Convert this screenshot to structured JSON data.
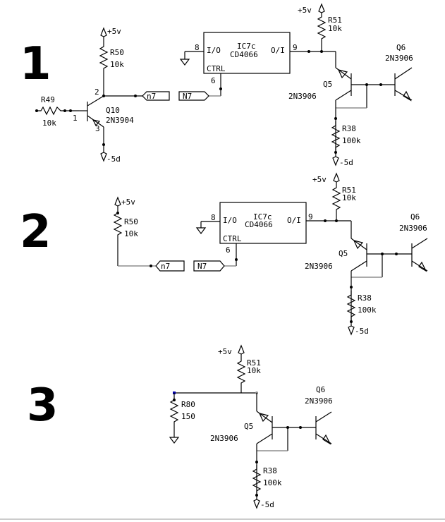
{
  "sections": [
    "1",
    "2",
    "3"
  ],
  "labels": {
    "plus5v": "+5v",
    "minus5d": "-5d",
    "r49": "R49",
    "r49v": "10k",
    "r50": "R50",
    "r50v": "10k",
    "r51": "R51",
    "r51v": "10k",
    "r38": "R38",
    "r38v": "100k",
    "r80": "R80",
    "r80v": "150",
    "q10": "Q10",
    "q10t": "2N3904",
    "q5": "Q5",
    "q5t": "2N3906",
    "q6": "Q6",
    "q6t": "2N3906",
    "ic_name": "IC7c",
    "ic_part": "CD4066",
    "io_left": "I/O",
    "io_right": "O/I",
    "ctrl": "CTRL",
    "pin8": "8",
    "pin9": "9",
    "pin6": "6",
    "pin1": "1",
    "pin2": "2",
    "pin3": "3",
    "net_lower": "n7",
    "net_upper": "N7"
  }
}
